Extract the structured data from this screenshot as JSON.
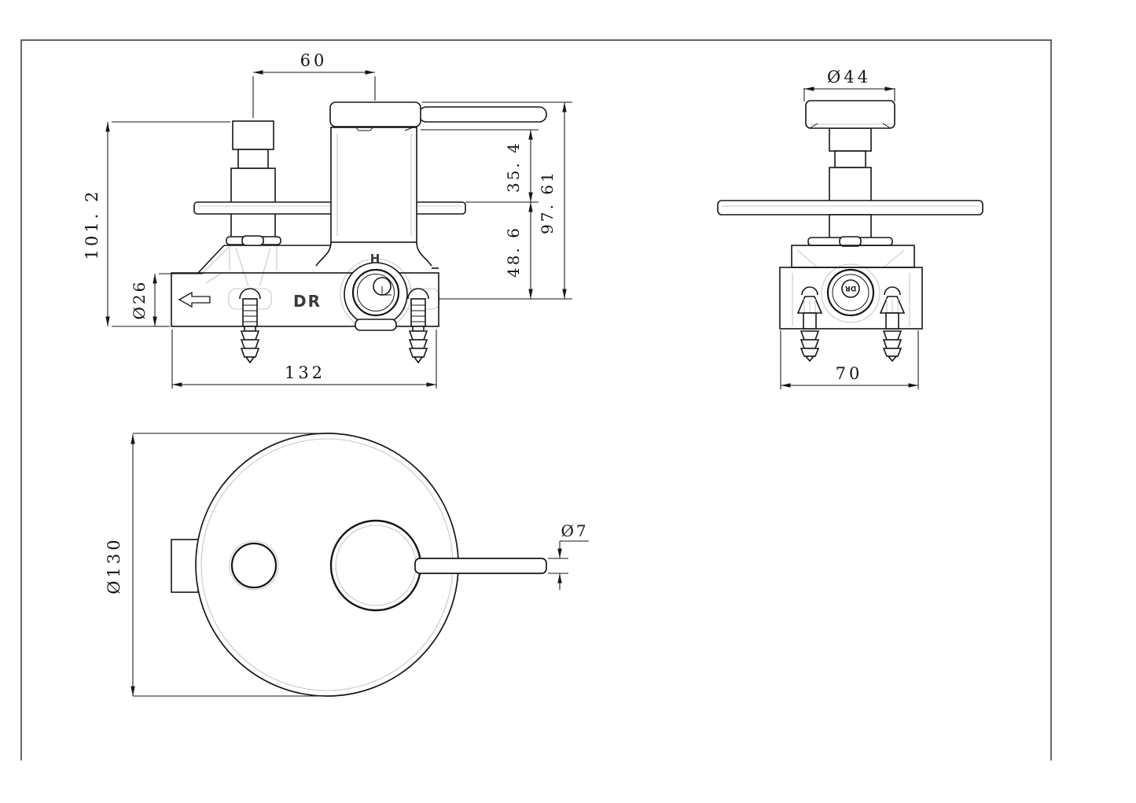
{
  "frame": {
    "color": "#4f4f4f"
  },
  "colors": {
    "line": "#161616",
    "ghost": "#c8c8c8",
    "background": "#ffffff",
    "label": "#3a3a3a"
  },
  "side_view": {
    "dim_handle_offset": "60",
    "dim_overall_height": "101. 2",
    "dim_pipe_diameter": "Ø26",
    "dim_body_length": "132",
    "dim_cartridge_height": "35. 4",
    "dim_plate_to_base": "48. 6",
    "dim_total_depth": "97. 61",
    "label_hot_port": "H",
    "label_body": "DR"
  },
  "front_view": {
    "dim_cap_diameter": "Ø44",
    "dim_mounting_width": "70",
    "label_port": "DR"
  },
  "plan_view": {
    "dim_plate_diameter": "Ø130",
    "dim_lever_diameter": "Ø7"
  }
}
